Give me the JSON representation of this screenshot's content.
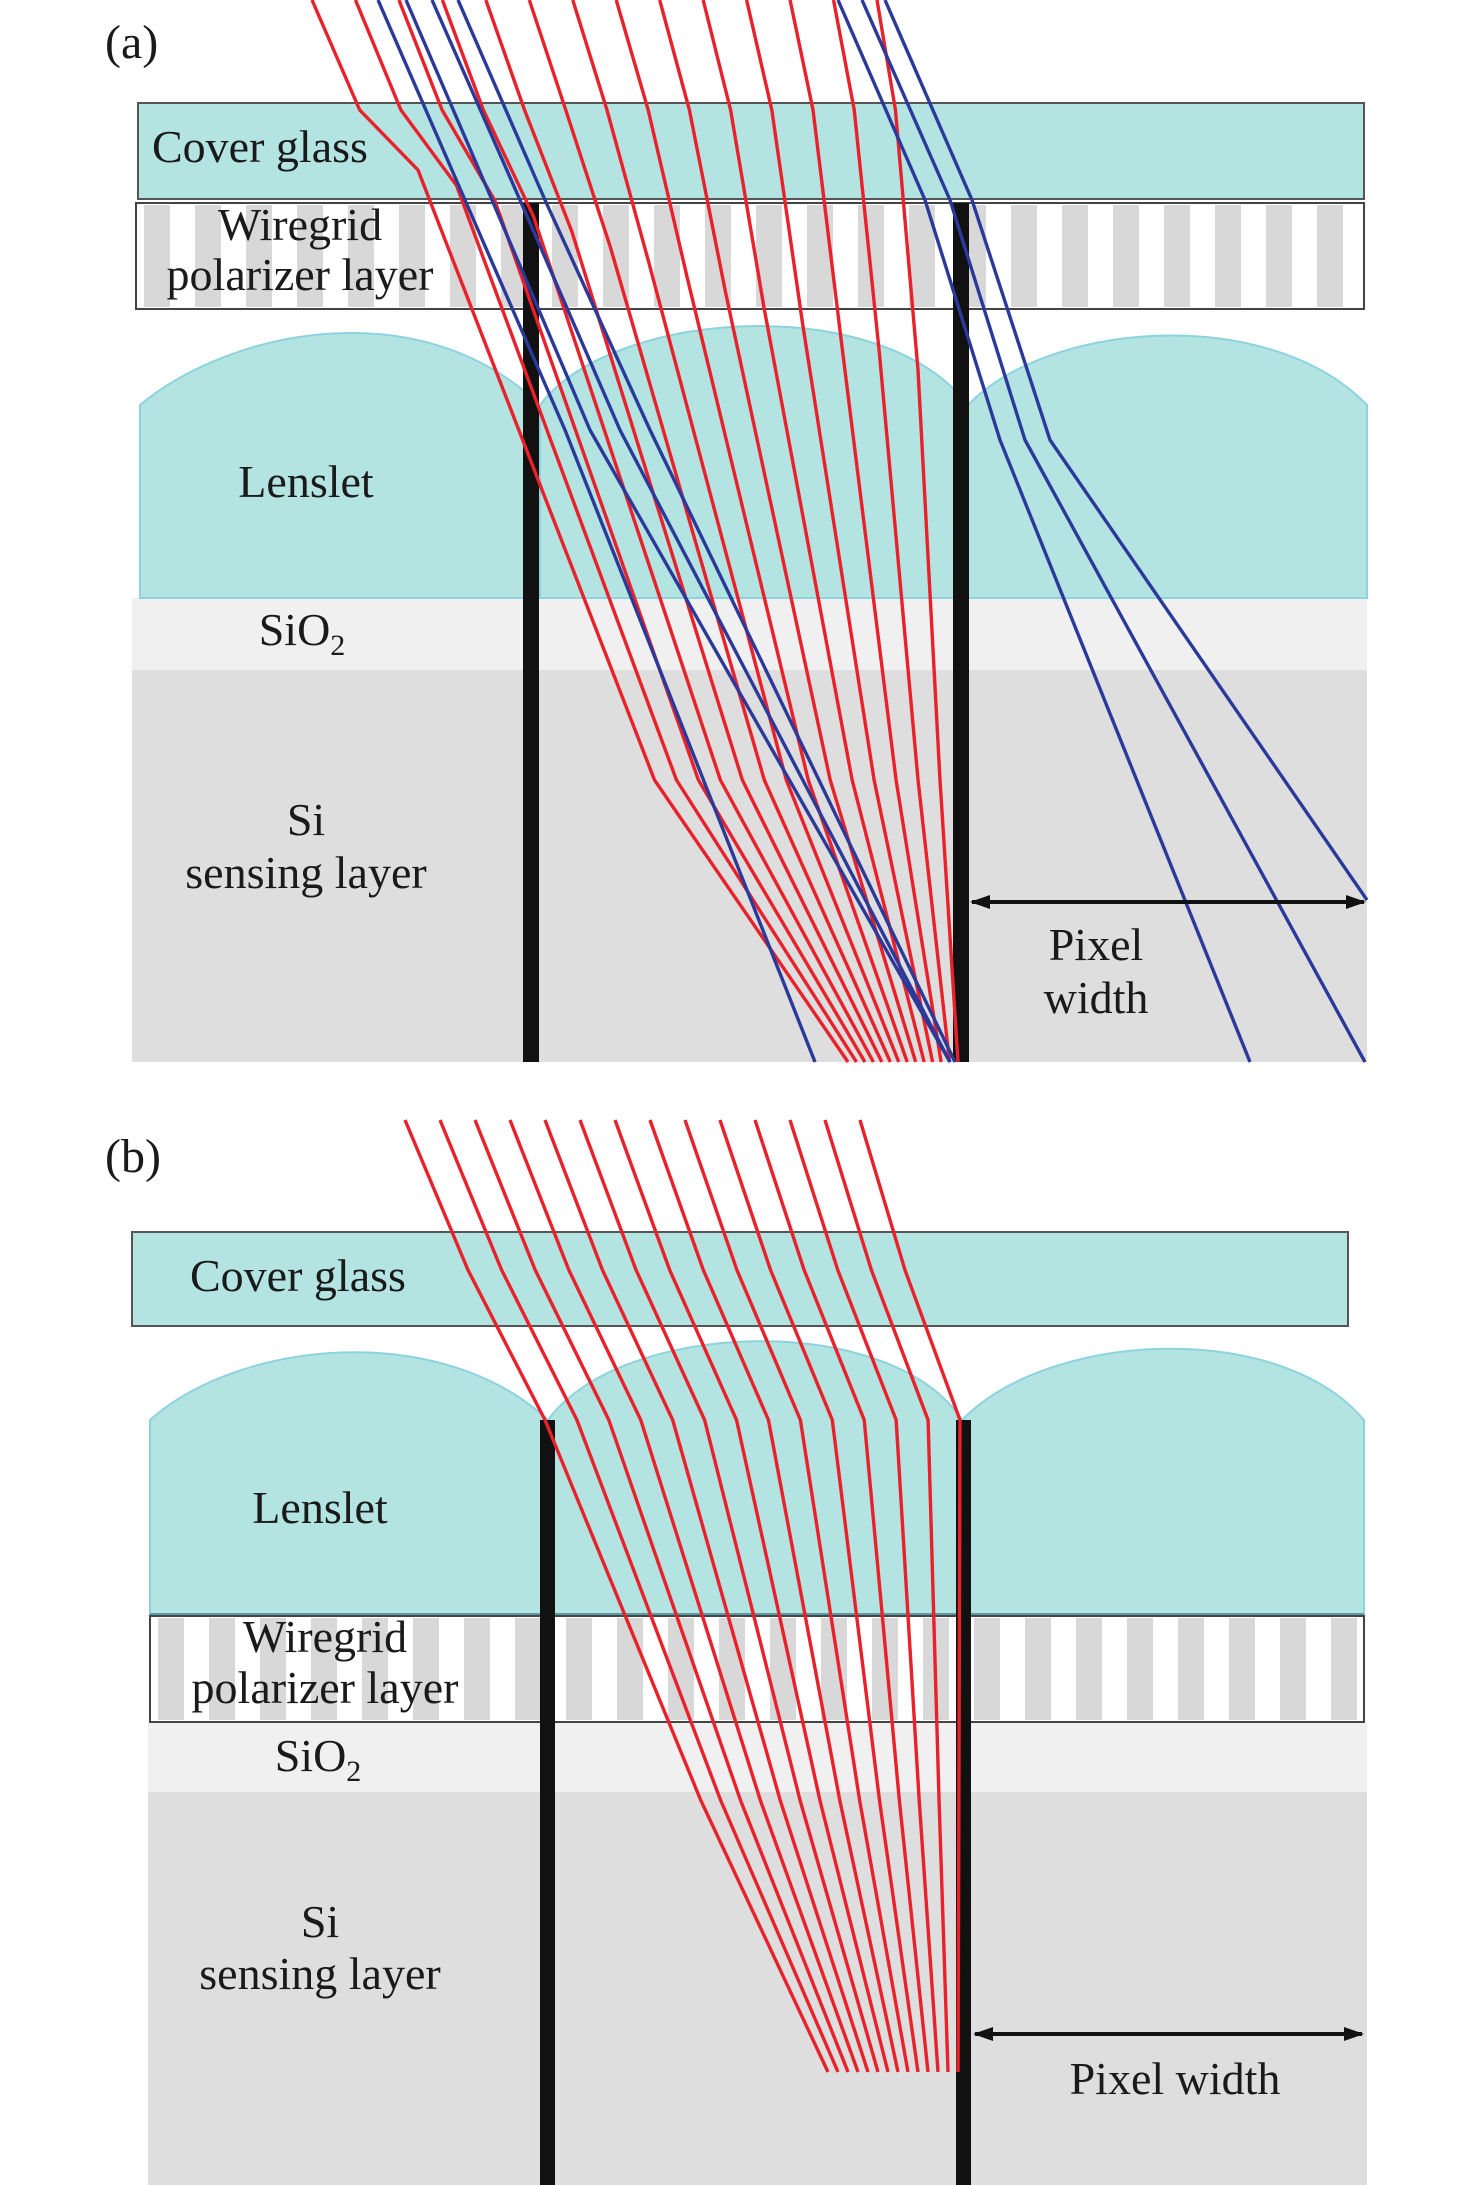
{
  "panels": [
    {
      "id": "a",
      "label": "(a)",
      "cover_glass": "Cover glass",
      "wiregrid_line1": "Wiregrid",
      "wiregrid_line2": "polarizer layer",
      "lenslet": "Lenslet",
      "sio2_main": "SiO",
      "sio2_sub": "2",
      "si_line1": "Si",
      "si_line2": "sensing layer",
      "pixel_width_line1": "Pixel",
      "pixel_width_line2": "width"
    },
    {
      "id": "b",
      "label": "(b)",
      "cover_glass": "Cover glass",
      "lenslet": "Lenslet",
      "wiregrid_line1": "Wiregrid",
      "wiregrid_line2": "polarizer layer",
      "sio2_main": "SiO",
      "sio2_sub": "2",
      "si_line1": "Si",
      "si_line2": "sensing layer",
      "pixel_width": "Pixel width"
    }
  ],
  "colors": {
    "cover_glass": "#b3e4e2",
    "lenslet": "#b3e4e2",
    "lenslet_edge": "#8dd3df",
    "wiregrid_stripe": "#d8d8d8",
    "sio2": "#f0f0f0",
    "si": "#dedede",
    "pixel_wall": "#111111",
    "ray_red": "#e8212b",
    "ray_blue": "#2b3a9a"
  }
}
